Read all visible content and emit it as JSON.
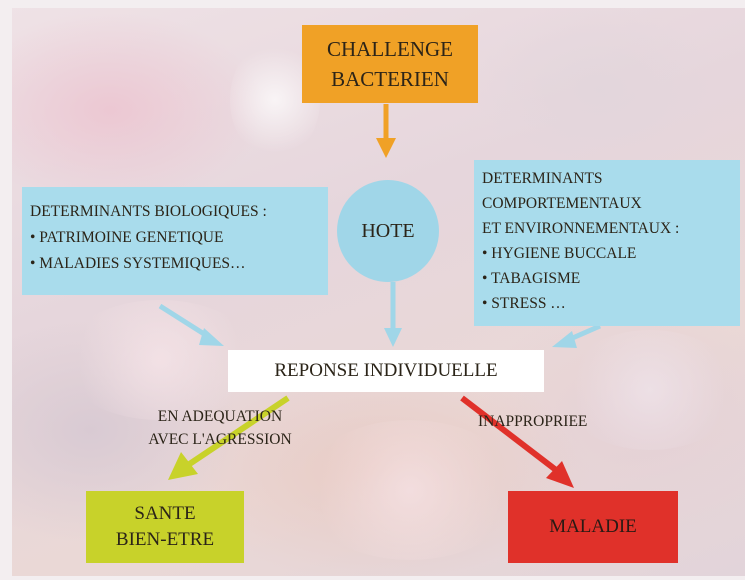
{
  "challenge": {
    "line1": "CHALLENGE",
    "line2": "BACTERIEN"
  },
  "host": {
    "label": "HOTE"
  },
  "biological": {
    "heading": "DETERMINANTS BIOLOGIQUES :",
    "items": [
      "• PATRIMOINE GENETIQUE",
      "•  MALADIES SYSTEMIQUES…"
    ]
  },
  "environmental": {
    "heading_line1": "DETERMINANTS",
    "heading_line2": "COMPORTEMENTAUX",
    "heading_line3": "ET ENVIRONNEMENTAUX :",
    "items": [
      "• HYGIENE BUCCALE",
      "• TABAGISME",
      "• STRESS …"
    ]
  },
  "response": {
    "label": "REPONSE INDIVIDUELLE"
  },
  "adequate": {
    "line1": "EN ADEQUATION",
    "line2": "AVEC L'AGRESSION"
  },
  "inappropriate": {
    "label": "INAPPROPRIEE"
  },
  "health": {
    "line1": "SANTE",
    "line2": "BIEN-ETRE"
  },
  "disease": {
    "label": "MALADIE"
  },
  "colors": {
    "challenge_box": "#f0a126",
    "determinant_boxes": "#a9dcec",
    "host_circle": "#a0d6e8",
    "response_box": "#ffffff",
    "health_box": "#c8d22a",
    "disease_box": "#e0312a",
    "arrow_orange": "#f0a126",
    "arrow_blue": "#a0d6e8",
    "arrow_green": "#c8d22a",
    "arrow_red": "#e0312a"
  }
}
